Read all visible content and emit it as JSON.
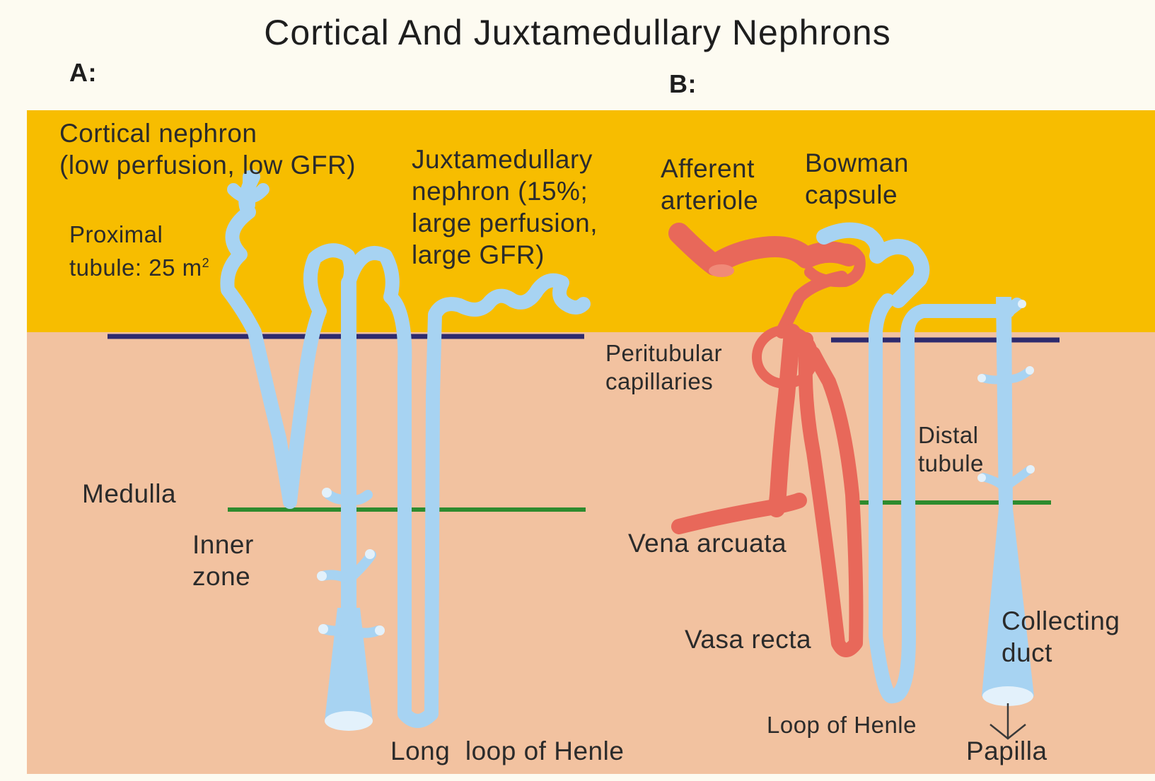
{
  "title": "Cortical And Juxtamedullary Nephrons",
  "panel_a_label": "A:",
  "panel_b_label": "B:",
  "labels": {
    "cortical_nephron": "Cortical nephron\n(low perfusion, low GFR)",
    "juxtamedullary_nephron": "Juxtamedullary\nnephron (15%;\nlarge perfusion,\nlarge GFR)",
    "proximal_tubule": "Proximal\ntubule: 25 m",
    "proximal_tubule_unit": "2",
    "medulla": "Medulla",
    "inner_zone": "Inner\nzone",
    "long_loop_of_henle": "Long  loop of Henle",
    "afferent_arteriole": "Afferent\narteriole",
    "bowman_capsule": "Bowman\ncapsule",
    "peritubular_capillaries": "Peritubular\ncapillaries",
    "distal_tubule": "Distal\ntubule",
    "vena_arcuata": "Vena arcuata",
    "vasa_recta": "Vasa recta",
    "collecting_duct": "Collecting\nduct",
    "loop_of_henle": "Loop of Henle",
    "papilla": "Papilla"
  },
  "colors": {
    "background": "#fdfbf1",
    "cortex": "#f7bd00",
    "medulla": "#f2c2a0",
    "tubule": "#a7d3f2",
    "vessel": "#e8685a",
    "cortex_boundary": "#2e2a6e",
    "inner_zone_boundary": "#2e8b2e",
    "text": "#2b2b2b"
  }
}
